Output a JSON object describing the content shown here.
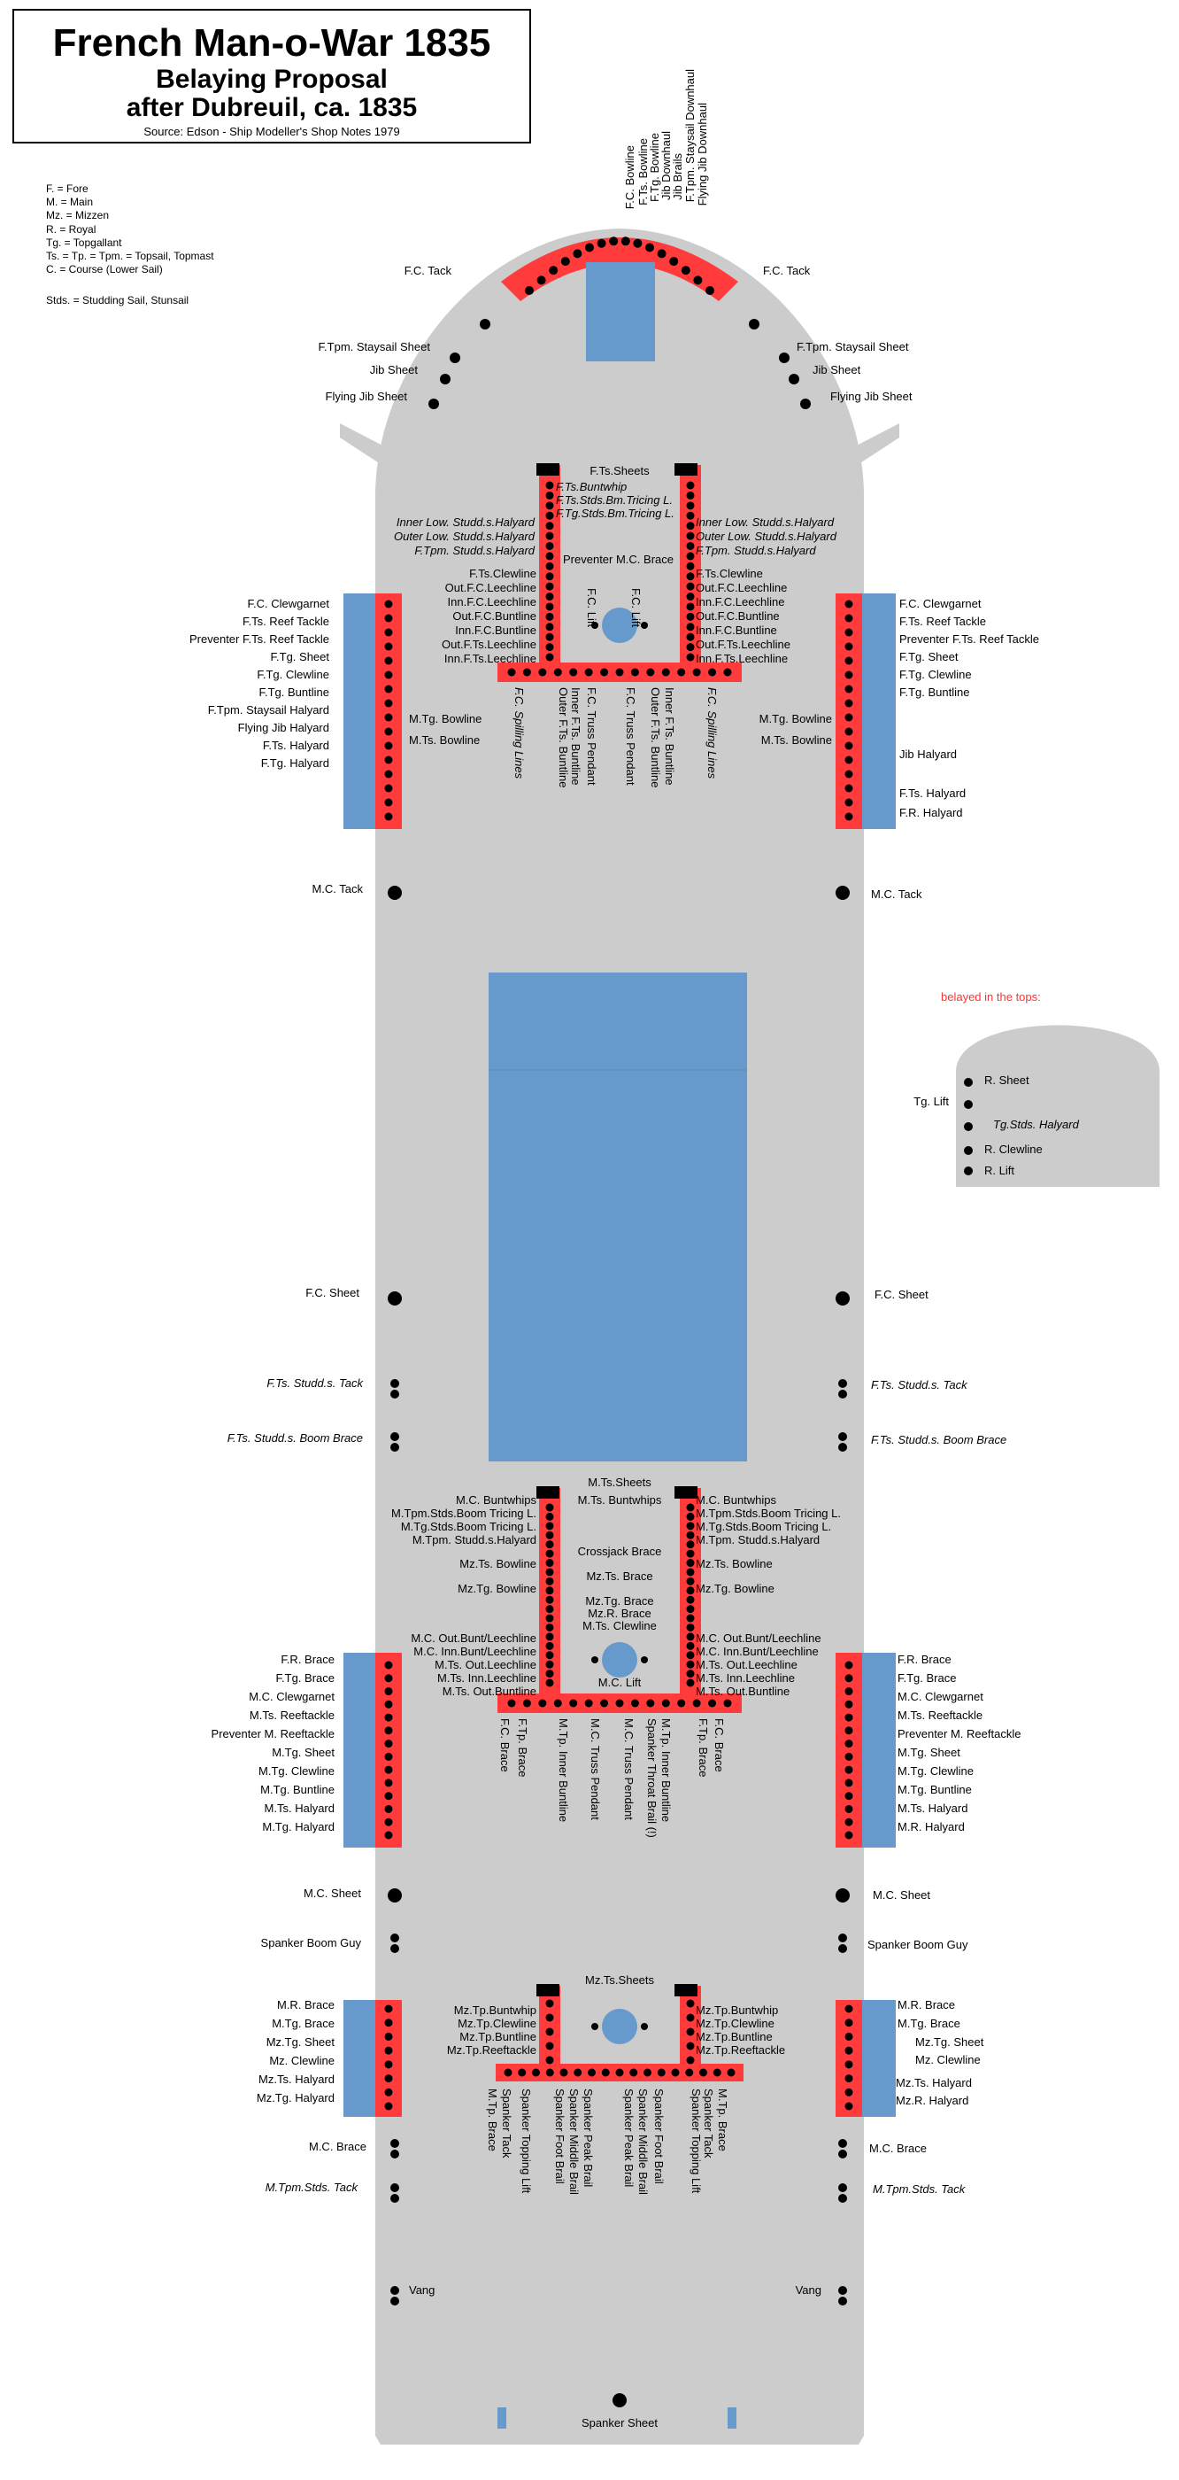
{
  "title": {
    "line1": "French Man-o-War 1835",
    "line2": "Belaying Proposal",
    "line3": "after Dubreuil, ca. 1835",
    "source": "Source: Edson - Ship Modeller's Shop Notes 1979"
  },
  "legend": {
    "group1": [
      "F. = Fore",
      "M. = Main",
      "Mz. = Mizzen"
    ],
    "group2": [
      "R. = Royal",
      "Tg. = Topgallant",
      "Ts. = Tp. = Tpm. = Topsail, Topmast",
      "C. = Course (Lower Sail)"
    ],
    "group3": [
      "Stds. = Studding Sail, Stunsail"
    ]
  },
  "colors": {
    "hull": "#cccccc",
    "pinrail": "#ff3b3b",
    "channel": "#6699cc",
    "pin": "#000000",
    "tops_note": "#ff3333"
  },
  "bow": {
    "vertical_labels": [
      "F.C. Bowline",
      "F.Ts. Bowline",
      "F.Tg. Bowline",
      "Jib Downhaul",
      "Jib Brails",
      "F.Tpm. Staysail Downhaul",
      "Flying Jib Downhaul"
    ],
    "port": [
      "F.C. Tack",
      "F.Tpm. Staysail Sheet",
      "Jib Sheet",
      "Flying Jib Sheet"
    ],
    "starboard": [
      "F.C. Tack",
      "F.Tpm. Staysail Sheet",
      "Jib Sheet",
      "Flying Jib Sheet"
    ]
  },
  "fore": {
    "bitts_label": "F.Ts.Sheets",
    "bitts_italic": [
      "F.Ts.Buntwhip",
      "F.Ts.Stds.Bm.Tricing L.",
      "F.Tg.Stds.Bm.Tricing L."
    ],
    "left_italic": [
      "Inner Low. Studd.s.Halyard",
      "Outer Low. Studd.s.Halyard",
      "F.Tpm. Studd.s.Halyard"
    ],
    "right_italic": [
      "Inner Low. Studd.s.Halyard",
      "Outer Low. Studd.s.Halyard",
      "F.Tpm. Studd.s.Halyard"
    ],
    "center_label": "Preventer M.C. Brace",
    "lift_left": "F.C. Lift",
    "lift_right": "F.C. Lift",
    "left_inner": [
      "F.Ts.Clewline",
      "Out.F.C.Leechline",
      "Inn.F.C.Leechline",
      "Out.F.C.Buntline",
      "Inn.F.C.Buntline",
      "Out.F.Ts.Leechline",
      "Inn.F.Ts.Leechline"
    ],
    "right_inner": [
      "F.Ts.Clewline",
      "Out.F.C.Leechline",
      "Inn.F.C.Leechline",
      "Out.F.C.Buntline",
      "Inn.F.C.Buntline",
      "Out.F.Ts.Leechline",
      "Inn.F.Ts.Leechline"
    ],
    "bottom_vertical": [
      "F.C. Spilling Lines",
      "Outer F.Ts. Buntline",
      "Inner F.Ts. Buntline",
      "F.C. Truss Pendant",
      "F.C. Truss Pendant",
      "Outer F.Ts. Buntline",
      "Inner F.Ts. Buntline",
      "F.C. Spilling Lines"
    ],
    "port_rail": [
      "F.C. Clewgarnet",
      "F.Ts. Reef Tackle",
      "Preventer F.Ts. Reef Tackle",
      "F.Tg. Sheet",
      "F.Tg. Clewline",
      "F.Tg. Buntline",
      "F.Tpm. Staysail Halyard",
      "Flying Jib Halyard",
      "F.Ts. Halyard",
      "F.Tg. Halyard"
    ],
    "starboard_rail": [
      "F.C. Clewgarnet",
      "F.Ts. Reef Tackle",
      "Preventer F.Ts. Reef Tackle",
      "F.Tg. Sheet",
      "F.Tg. Clewline",
      "F.Tg. Buntline",
      "Jib Halyard",
      "F.Ts. Halyard",
      "F.R. Halyard"
    ],
    "port_inner": [
      "M.Tg. Bowline",
      "M.Ts. Bowline"
    ],
    "starboard_inner": [
      "M.Tg. Bowline",
      "M.Ts. Bowline"
    ]
  },
  "waist": {
    "mc_tack": "M.C. Tack",
    "fc_sheet": "F.C. Sheet",
    "studd_tack": "F.Ts. Studd.s. Tack",
    "studd_boom_brace": "F.Ts. Studd.s. Boom Brace"
  },
  "tops": {
    "note": "belayed in the tops:",
    "tg_lift": "Tg. Lift",
    "items": [
      "R. Sheet",
      "",
      "Tg.Stds. Halyard",
      "R. Clewline",
      "R. Lift"
    ]
  },
  "main": {
    "bitts_label": "M.Ts.Sheets",
    "bitts_label2": "M.Ts. Buntwhips",
    "left_top": [
      "M.C. Buntwhips",
      "M.Tpm.Stds.Boom Tricing L.",
      "M.Tg.Stds.Boom Tricing L.",
      "M.Tpm. Studd.s.Halyard"
    ],
    "right_top": [
      "M.C. Buntwhips",
      "M.Tpm.Stds.Boom Tricing L.",
      "M.Tg.Stds.Boom Tricing L.",
      "M.Tpm. Studd.s.Halyard"
    ],
    "center": [
      "Crossjack Brace",
      "Mz.Ts. Brace",
      "Mz.Tg. Brace",
      "Mz.R. Brace",
      "M.Ts. Clewline"
    ],
    "left_mid": [
      "Mz.Ts. Bowline",
      "Mz.Tg. Bowline"
    ],
    "right_mid": [
      "Mz.Ts. Bowline",
      "Mz.Tg. Bowline"
    ],
    "lift": "M.C. Lift",
    "left_inner": [
      "M.C. Out.Bunt/Leechline",
      "M.C. Inn.Bunt/Leechline",
      "M.Ts. Out.Leechline",
      "M.Ts. Inn.Leechline",
      "M.Ts. Out.Buntline"
    ],
    "right_inner": [
      "M.C. Out.Bunt/Leechline",
      "M.C. Inn.Bunt/Leechline",
      "M.Ts. Out.Leechline",
      "M.Ts. Inn.Leechline",
      "M.Ts. Out.Buntline"
    ],
    "bottom_vertical": [
      "F.C. Brace",
      "F.Tp. Brace",
      "M.Tp. Inner Buntline",
      "M.C. Truss Pendant",
      "M.C. Truss Pendant",
      "M.Tp. Inner Buntline",
      "Spanker Throat Brail (!)",
      "F.Tp. Brace",
      "F.C. Brace"
    ],
    "port_rail": [
      "F.R. Brace",
      "F.Tg. Brace",
      "M.C. Clewgarnet",
      "M.Ts. Reeftackle",
      "Preventer M.      Reeftackle",
      "M.Tg. Sheet",
      "M.Tg. Clewline",
      "M.Tg. Buntline",
      "M.Ts. Halyard",
      "M.Tg. Halyard"
    ],
    "starboard_rail": [
      "F.R. Brace",
      "F.Tg. Brace",
      "M.C. Clewgarnet",
      "M.Ts. Reeftackle",
      "Preventer M.      Reeftackle",
      "M.Tg. Sheet",
      "M.Tg. Clewline",
      "M.Tg. Buntline",
      "M.Ts. Halyard",
      "M.R. Halyard"
    ]
  },
  "quarter": {
    "mc_sheet": "M.C. Sheet",
    "spanker_boom_guy": "Spanker Boom Guy",
    "mc_brace": "M.C. Brace",
    "mtpm_studd_tack": "M.Tpm.Stds. Tack",
    "vang": "Vang",
    "spanker_sheet": "Spanker Sheet"
  },
  "mizzen": {
    "bitts_label": "Mz.Ts.Sheets",
    "left_inner": [
      "Mz.Tp.Buntwhip",
      "Mz.Tp.Clewline",
      "Mz.Tp.Buntline",
      "Mz.Tp.Reeftackle"
    ],
    "right_inner": [
      "Mz.Tp.Buntwhip",
      "Mz.Tp.Clewline",
      "Mz.Tp.Buntline",
      "Mz.Tp.Reeftackle"
    ],
    "bottom_vertical": [
      "M.Tp. Brace",
      "Spanker Tack",
      "Spanker Topping Lift",
      "Spanker Foot Brail",
      "Spanker Middle Brail",
      "Spanker Peak Brail",
      "Spanker Peak Brail",
      "Spanker Middle Brail",
      "Spanker Foot Brail",
      "Spanker Topping Lift",
      "Spanker Tack",
      "M.Tp. Brace"
    ],
    "port_rail": [
      "M.R. Brace",
      "M.Tg. Brace",
      "Mz.Tg. Sheet",
      "Mz. Clewline",
      "Mz.Ts. Halyard",
      "Mz.Tg. Halyard"
    ],
    "starboard_rail": [
      "M.R. Brace",
      "M.Tg. Brace",
      "Mz.Tg. Sheet",
      "Mz. Clewline",
      "Mz.Ts. Halyard",
      "Mz.R. Halyard"
    ]
  }
}
